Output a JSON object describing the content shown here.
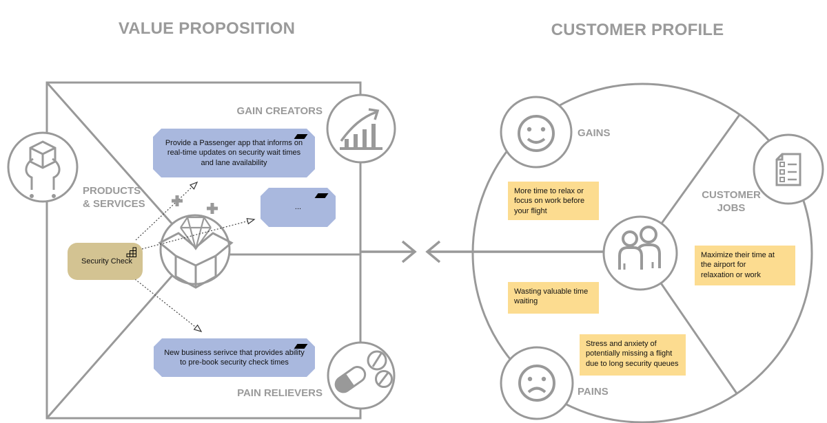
{
  "value_proposition": {
    "title": "VALUE PROPOSITION",
    "labels": {
      "gain_creators": "GAIN CREATORS",
      "products_services": "PRODUCTS\n& SERVICES",
      "pain_relievers": "PAIN RELIEVERS"
    },
    "notes": {
      "app": "Provide a Passenger app that informs on\nreal-time updates on security wait times\nand lane availability",
      "more": "...",
      "security_check": "Security Check",
      "prebook": "New business serivce that provides ability\nto pre-book security check times"
    }
  },
  "customer_profile": {
    "title": "CUSTOMER PROFILE",
    "labels": {
      "gains": "GAINS",
      "customer_jobs": "CUSTOMER\nJOBS",
      "pains": "PAINS"
    },
    "notes": {
      "relax": "More time to relax or\nfocus on work before\nyour flight",
      "maximize": "Maximize their time at\nthe airport for\nrelaxation or work",
      "wasting": "Wasting valuable time\nwaiting",
      "stress": "Stress and anxiety of\npotentially missing a flight\ndue to long security queues"
    }
  },
  "icons": {
    "products_services": "hand-holding-box-icon",
    "value_center": "gift-box-diamond-icon",
    "gain_creators": "growth-chart-icon",
    "pain_relievers": "pills-icon",
    "gains": "smiley-face-icon",
    "customer_jobs": "checklist-document-icon",
    "pains": "sad-face-icon",
    "customer_center": "two-people-icon",
    "blue_note_corner": "parallelogram-icon",
    "tan_note_corner": "steps-grid-icon"
  },
  "colors": {
    "line": "#999999",
    "label_text": "#9a9a9a",
    "note_blue": "#a9b8de",
    "note_tan": "#d3c392",
    "note_yellow": "#fcdc90",
    "note_text": "#111111",
    "connector": "#444444",
    "corner_icon": "#000000"
  }
}
